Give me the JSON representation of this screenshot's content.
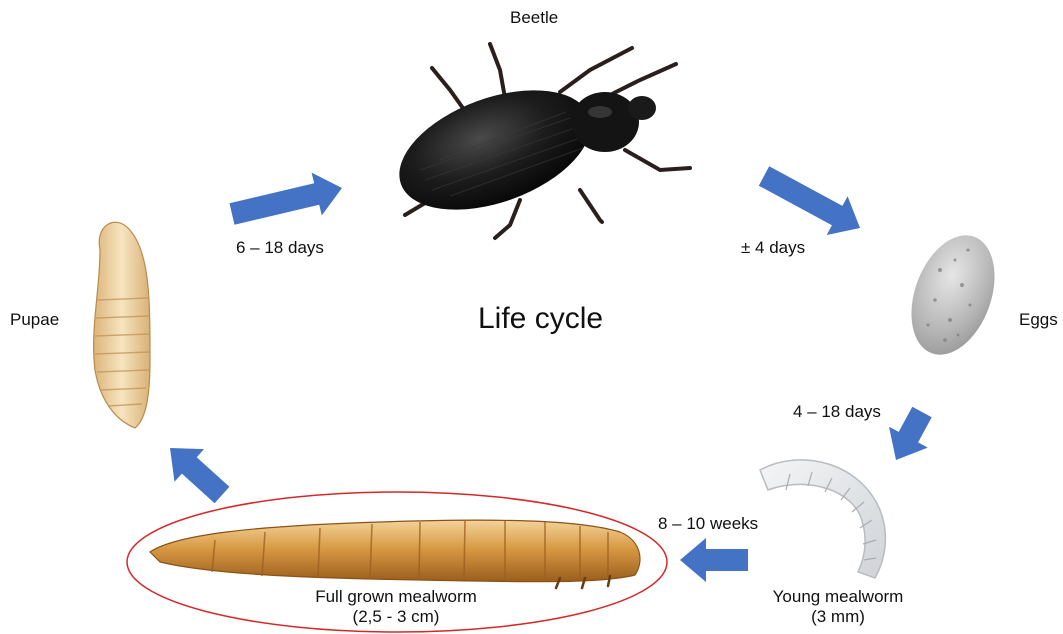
{
  "title": "Life cycle",
  "stages": {
    "beetle": "Beetle",
    "eggs": "Eggs",
    "young": {
      "line1": "Young mealworm",
      "line2": "(3 mm)"
    },
    "full": {
      "line1": "Full grown mealworm",
      "line2": "(2,5 - 3 cm)"
    },
    "pupae": "Pupae"
  },
  "durations": {
    "pupae_to_beetle": "6 – 18 days",
    "beetle_to_eggs": "± 4 days",
    "eggs_to_young": "4 – 18 days",
    "young_to_full": "8 – 10 weeks"
  },
  "colors": {
    "arrow": "#4472c4",
    "highlight_ellipse": "#d62828",
    "beetle": "#1a1a1a",
    "eggs": "#b9b9b9",
    "young_mealworm": "#e4e6e8",
    "mealworm": "#d99a45",
    "pupa": "#ecd3a4"
  }
}
